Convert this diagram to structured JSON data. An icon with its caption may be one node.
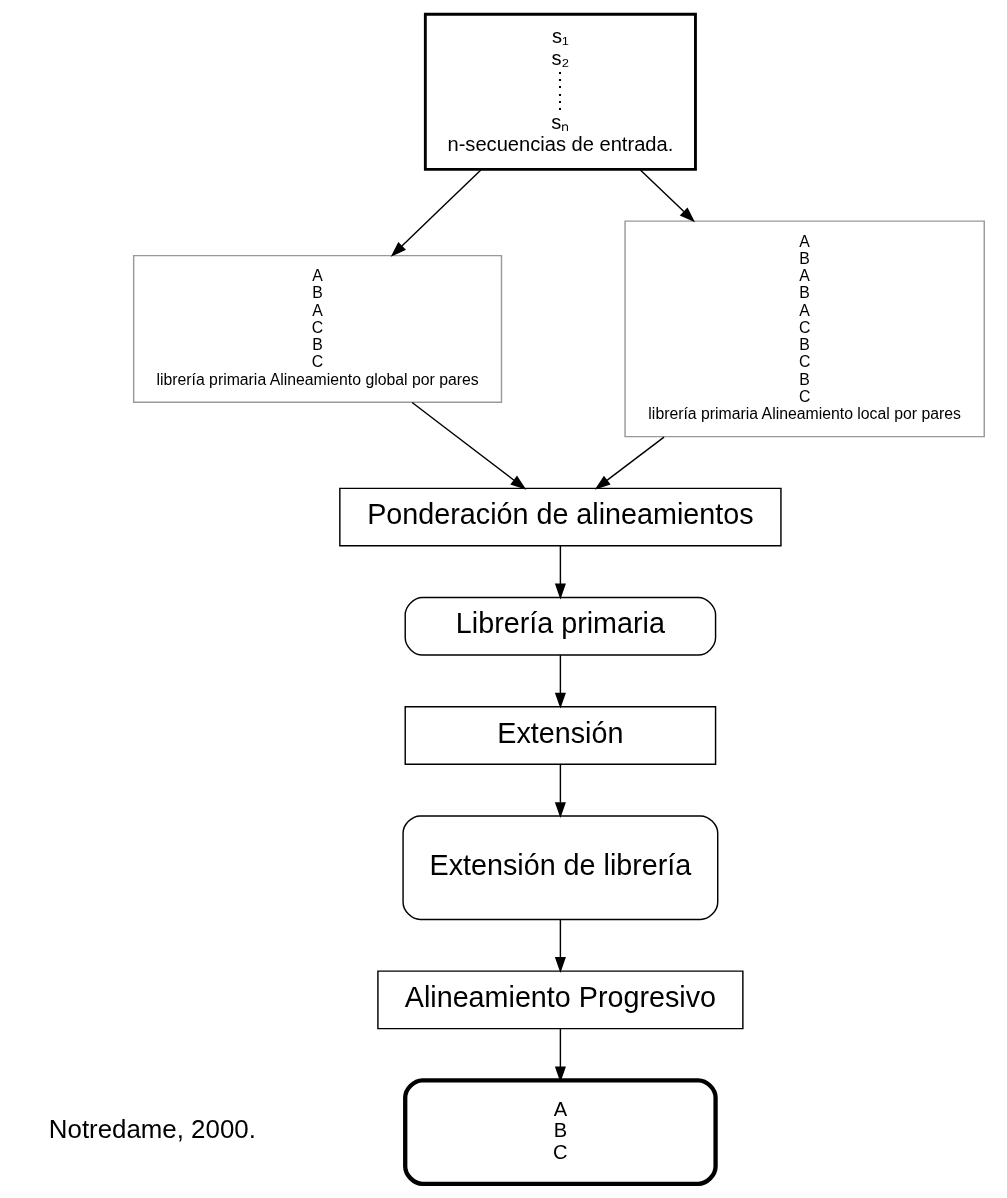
{
  "diagram": {
    "nodes": [
      {
        "text": [
          "s₁",
          "s₂",
          "⋮",
          "⋮",
          "sₙ",
          "n-secuencias de entrada."
        ]
      },
      {
        "text": [
          "A",
          "B",
          "A",
          "C",
          "B",
          "C",
          "librería primaria Alineamiento global por pares"
        ]
      },
      {
        "text": [
          "A",
          "B",
          "A",
          "B",
          "A",
          "C",
          "B",
          "C",
          "B",
          "C",
          "librería primaria Alineamiento local por pares"
        ]
      },
      {
        "text": [
          "Ponderación de alineamientos"
        ]
      },
      {
        "text": [
          "Librería primaria"
        ]
      },
      {
        "text": [
          "Extensión"
        ]
      },
      {
        "text": [
          "Extensión de librería"
        ]
      },
      {
        "text": [
          "Alineamiento Progresivo"
        ]
      },
      {
        "text": [
          "A",
          "B",
          "C"
        ]
      }
    ],
    "edges": [
      {
        "from": 0,
        "to": 1,
        "arrow": "to"
      },
      {
        "from": 0,
        "to": 2,
        "arrow": "to"
      },
      {
        "from": 1,
        "to": 3,
        "arrow": "to"
      },
      {
        "from": 2,
        "to": 3,
        "arrow": "to"
      },
      {
        "from": 3,
        "to": 4,
        "arrow": "to"
      },
      {
        "from": 4,
        "to": 5,
        "arrow": "to"
      },
      {
        "from": 5,
        "to": 6,
        "arrow": "to"
      },
      {
        "from": 6,
        "to": 7,
        "arrow": "to"
      },
      {
        "from": 7,
        "to": 8,
        "arrow": "to"
      }
    ],
    "labels": [
      "Notredame, 2000."
    ]
  }
}
